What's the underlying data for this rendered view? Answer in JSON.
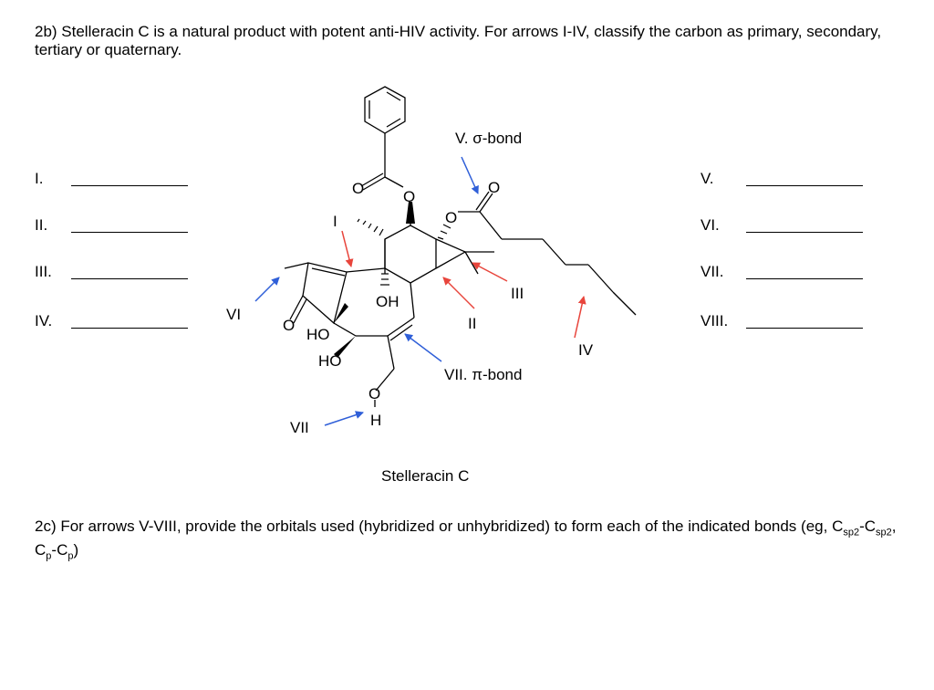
{
  "question_2b": {
    "text": "2b) Stelleracin C is a natural product with potent anti-HIV activity. For arrows I-IV, classify the carbon as primary, secondary, tertiary or quaternary."
  },
  "answer_blanks_left": [
    {
      "label": "I."
    },
    {
      "label": "II."
    },
    {
      "label": "III."
    },
    {
      "label": "IV."
    }
  ],
  "answer_blanks_right": [
    {
      "label": "V."
    },
    {
      "label": "VI."
    },
    {
      "label": "VII."
    },
    {
      "label": "VIII."
    }
  ],
  "structure": {
    "caption": "Stelleracin C",
    "arrow_labels": {
      "I": "I",
      "II": "II",
      "III": "III",
      "IV": "IV",
      "V": "V. σ-bond",
      "VI": "VI",
      "VII_pi": "VII. π-bond",
      "VII": "VII"
    },
    "atom_labels": {
      "O": "O",
      "OH": "OH",
      "HO": "HO",
      "H": "H"
    },
    "colors": {
      "red_arrow": "#e8453c",
      "blue_arrow": "#2f5fd8"
    }
  },
  "question_2c": {
    "text_before": "2c) For arrows V-VIII, provide the orbitals used (hybridized or unhybridized) to form each of the indicated bonds (eg, ",
    "c1": "C",
    "sub1": "sp2",
    "dash1": "-",
    "c2": "C",
    "sub2": "sp2",
    "comma": ", ",
    "c3": "C",
    "sub3": "p",
    "dash2": "-",
    "c4": "C",
    "sub4": "p",
    "text_after": ")"
  }
}
